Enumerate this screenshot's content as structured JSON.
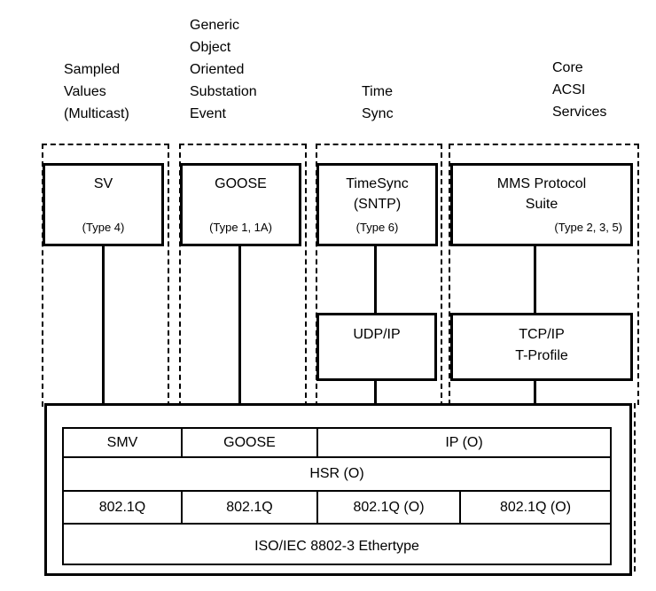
{
  "diagram": {
    "columns": [
      {
        "label_lines": [
          "Sampled",
          "Values",
          "(Multicast)"
        ],
        "box": {
          "title_lines": [
            "SV"
          ],
          "type_label": "(Type 4)"
        }
      },
      {
        "label_lines": [
          "Generic",
          "Object",
          "Oriented",
          "Substation",
          "Event"
        ],
        "box": {
          "title_lines": [
            "GOOSE"
          ],
          "type_label": "(Type 1, 1A)"
        }
      },
      {
        "label_lines": [
          "Time",
          "Sync"
        ],
        "box": {
          "title_lines": [
            "TimeSync",
            "(SNTP)"
          ],
          "type_label": "(Type 6)"
        },
        "transport_box": {
          "lines": [
            "UDP/IP"
          ]
        }
      },
      {
        "label_lines": [
          "Core",
          "ACSI",
          "Services"
        ],
        "box": {
          "title_lines": [
            "MMS Protocol",
            "Suite"
          ],
          "type_label": "(Type 2, 3, 5)"
        },
        "transport_box": {
          "lines": [
            "TCP/IP",
            "T-Profile"
          ]
        }
      }
    ],
    "ethernet_stack": {
      "upper_row": [
        "SMV",
        "GOOSE",
        "IP (O)"
      ],
      "hsr_row": "HSR (O)",
      "vlan_row": [
        "802.1Q",
        "802.1Q",
        "802.1Q (O)",
        "802.1Q (O)"
      ],
      "ethertype_row": "ISO/IEC 8802-3 Ethertype"
    },
    "colors": {
      "line": "#000000",
      "background": "#ffffff",
      "text": "#000000"
    }
  }
}
